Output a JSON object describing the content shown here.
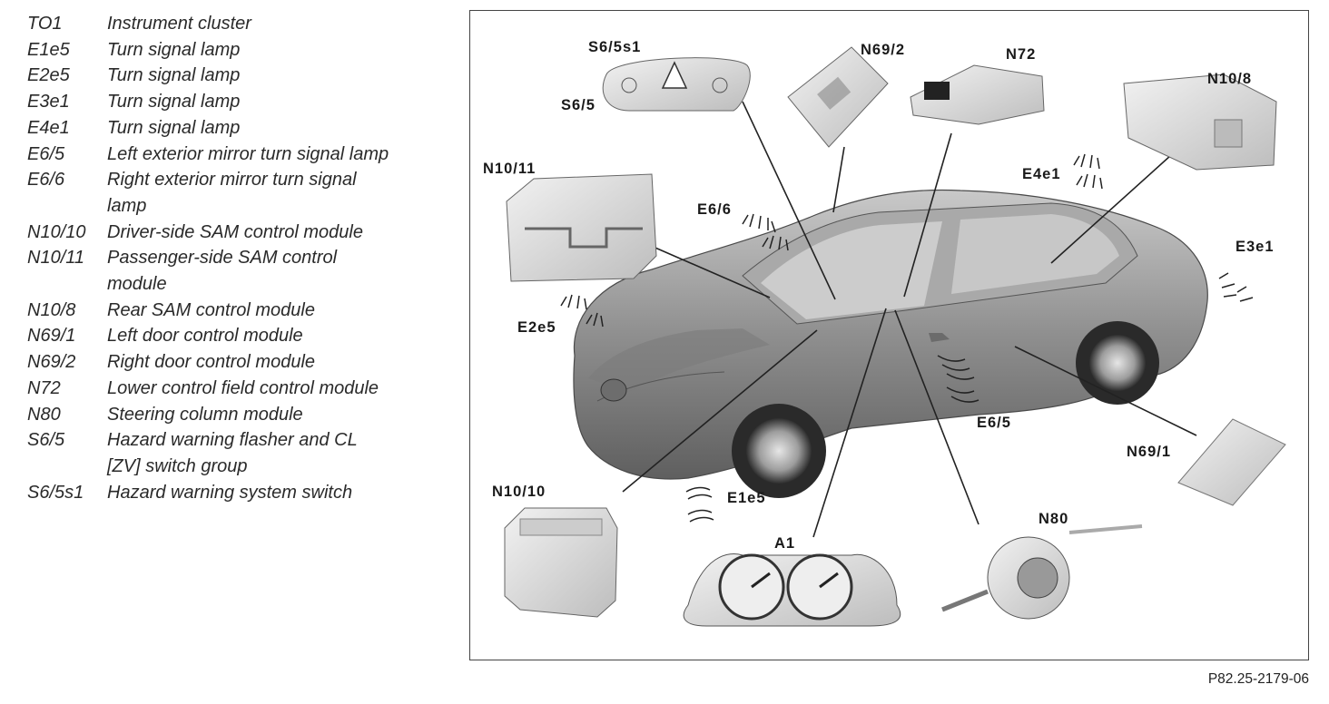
{
  "legend": [
    {
      "code": "TO1",
      "desc": "Instrument cluster"
    },
    {
      "code": "E1e5",
      "desc": "Turn signal lamp"
    },
    {
      "code": "E2e5",
      "desc": "Turn signal lamp"
    },
    {
      "code": "E3e1",
      "desc": "Turn signal lamp"
    },
    {
      "code": "E4e1",
      "desc": "Turn signal lamp"
    },
    {
      "code": "E6/5",
      "desc": "Left exterior mirror turn signal lamp"
    },
    {
      "code": "E6/6",
      "desc": "Right exterior mirror turn signal lamp"
    },
    {
      "code": "N10/10",
      "desc": "Driver-side SAM control module"
    },
    {
      "code": "N10/11",
      "desc": "Passenger-side SAM control module"
    },
    {
      "code": "N10/8",
      "desc": "Rear SAM control module"
    },
    {
      "code": "N69/1",
      "desc": "Left door control module"
    },
    {
      "code": "N69/2",
      "desc": "Right door control module"
    },
    {
      "code": "N72",
      "desc": "Lower control field control module"
    },
    {
      "code": "N80",
      "desc": "Steering column module"
    },
    {
      "code": "S6/5",
      "desc": "Hazard warning flasher and CL [ZV] switch group"
    },
    {
      "code": "S6/5s1",
      "desc": "Hazard warning system switch"
    }
  ],
  "callouts": {
    "s65s1": "S6/5s1",
    "s65": "S6/5",
    "n692": "N69/2",
    "n72": "N72",
    "n108": "N10/8",
    "n1011": "N10/11",
    "e66": "E6/6",
    "e4e1": "E4e1",
    "e3e1": "E3e1",
    "e2e5": "E2e5",
    "e65": "E6/5",
    "n691": "N69/1",
    "n1010": "N10/10",
    "e1e5": "E1e5",
    "a1": "A1",
    "n80": "N80"
  },
  "figure_id": "P82.25-2179-06"
}
